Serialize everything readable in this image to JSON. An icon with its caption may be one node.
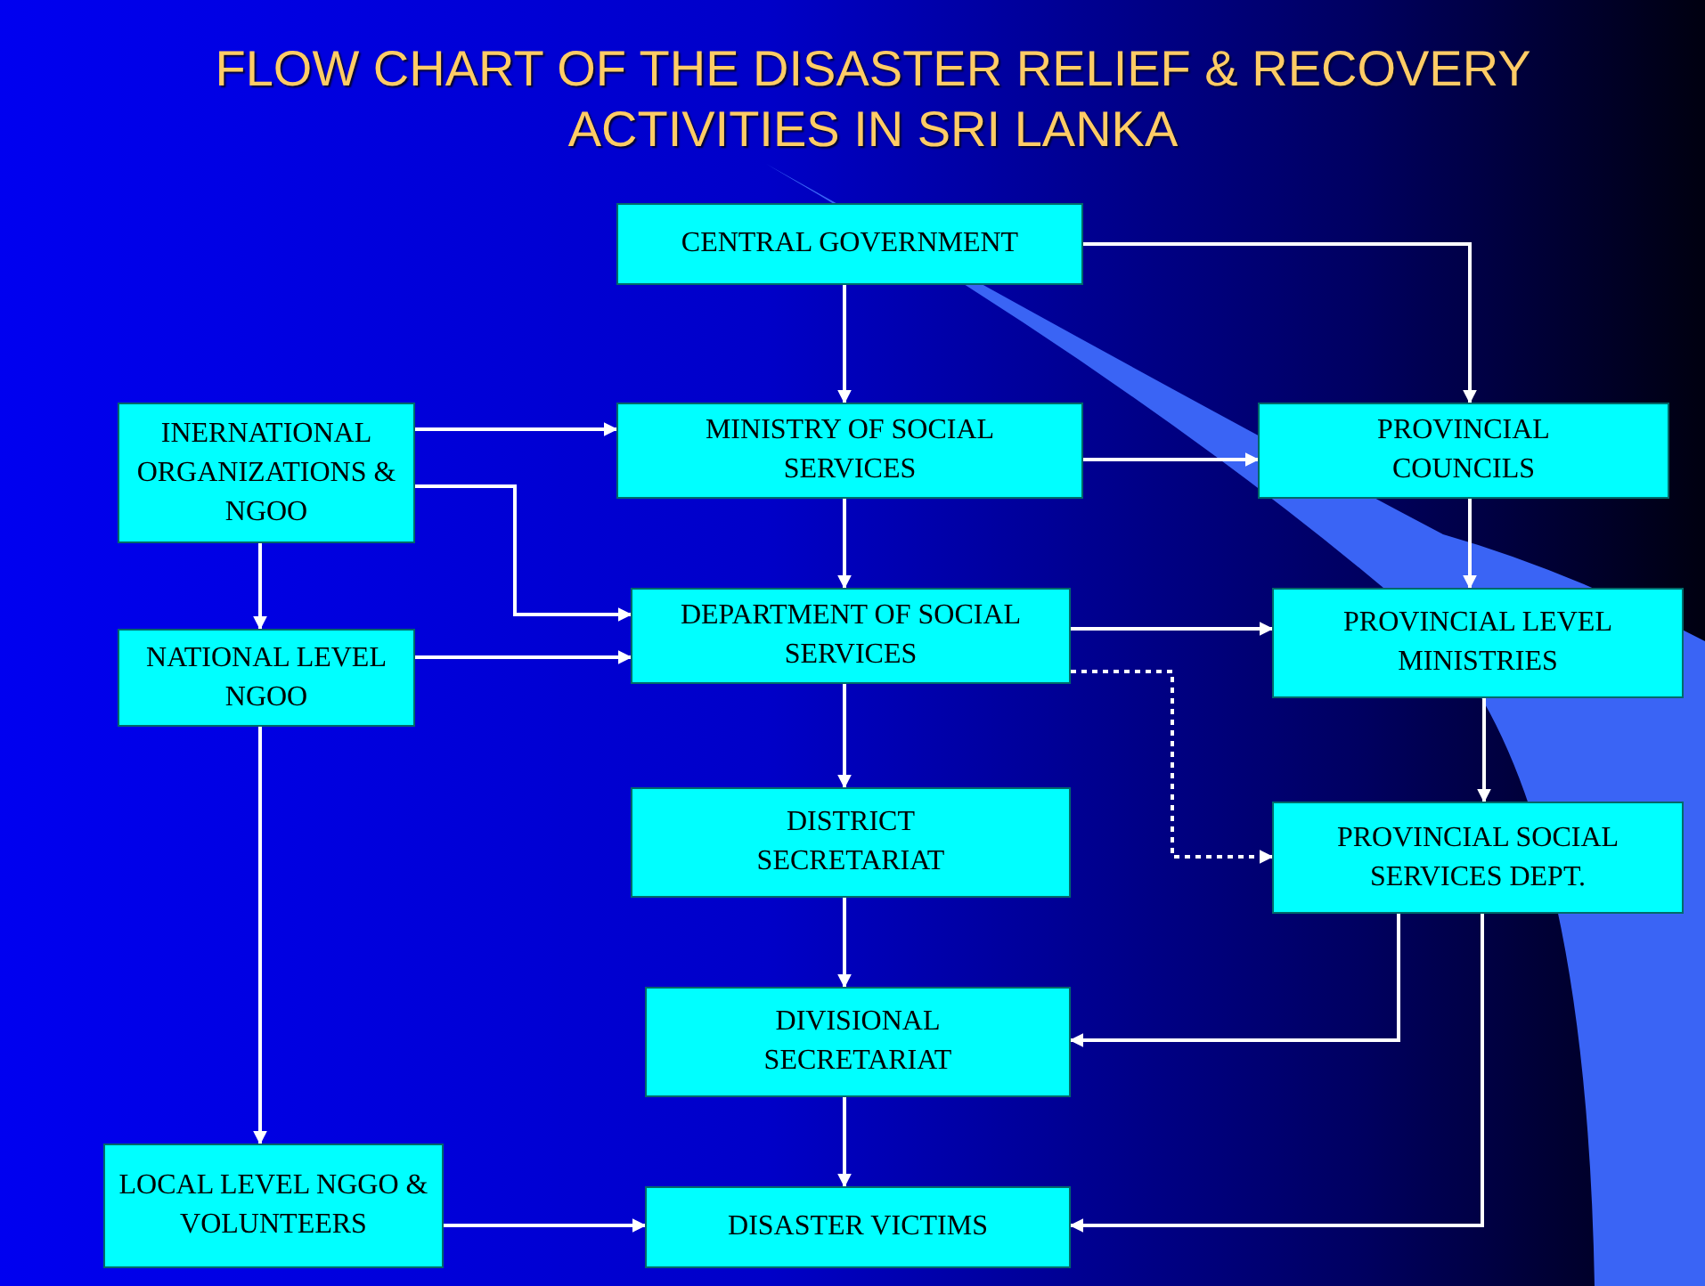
{
  "diagram": {
    "title": "FLOW CHART OF THE DISASTER RELIEF & RECOVERY ACTIVITIES IN SRI LANKA",
    "nodes": [
      {
        "text": [
          "CENTRAL GOVERNMENT"
        ]
      },
      {
        "text": [
          "INERNATIONAL ORGANIZATIONS & NGOO"
        ]
      },
      {
        "text": [
          "MINISTRY OF SOCIAL SERVICES"
        ]
      },
      {
        "text": [
          "PROVINCIAL COUNCILS"
        ]
      },
      {
        "text": [
          "NATIONAL LEVEL NGOO"
        ]
      },
      {
        "text": [
          "DEPARTMENT OF SOCIAL SERVICES"
        ]
      },
      {
        "text": [
          "PROVINCIAL LEVEL MINISTRIES"
        ]
      },
      {
        "text": [
          "DISTRICT SECRETARIAT"
        ]
      },
      {
        "text": [
          "PROVINCIAL SOCIAL SERVICES DEPT."
        ]
      },
      {
        "text": [
          "LOCAL LEVEL NGGO & VOLUNTEERS"
        ]
      },
      {
        "text": [
          "DIVISIONAL SECRETARIAT"
        ]
      },
      {
        "text": [
          "DISASTER VICTIMS"
        ]
      }
    ],
    "edges": [
      {
        "from": 0,
        "to": 2,
        "arrow": "to"
      },
      {
        "from": 0,
        "to": 3,
        "arrow": "to"
      },
      {
        "from": 1,
        "to": 2,
        "arrow": "to"
      },
      {
        "from": 1,
        "to": 5,
        "arrow": "to"
      },
      {
        "from": 1,
        "to": 4,
        "arrow": "to"
      },
      {
        "from": 2,
        "to": 3,
        "arrow": "to"
      },
      {
        "from": 2,
        "to": 5,
        "arrow": "to"
      },
      {
        "from": 3,
        "to": 6,
        "arrow": "to"
      },
      {
        "from": 4,
        "to": 5,
        "arrow": "to"
      },
      {
        "from": 5,
        "to": 6,
        "arrow": "to"
      },
      {
        "from": 5,
        "to": 8,
        "arrow": "to",
        "style": "dashed"
      },
      {
        "from": 5,
        "to": 7,
        "arrow": "to"
      },
      {
        "from": 6,
        "to": 8,
        "arrow": "to"
      },
      {
        "from": 4,
        "to": 9,
        "arrow": "to"
      },
      {
        "from": 7,
        "to": 10,
        "arrow": "to"
      },
      {
        "from": 8,
        "to": 10,
        "arrow": "to"
      },
      {
        "from": 9,
        "to": 11,
        "arrow": "to"
      },
      {
        "from": 10,
        "to": 11,
        "arrow": "to"
      },
      {
        "from": 8,
        "to": 11,
        "arrow": "to"
      }
    ]
  }
}
